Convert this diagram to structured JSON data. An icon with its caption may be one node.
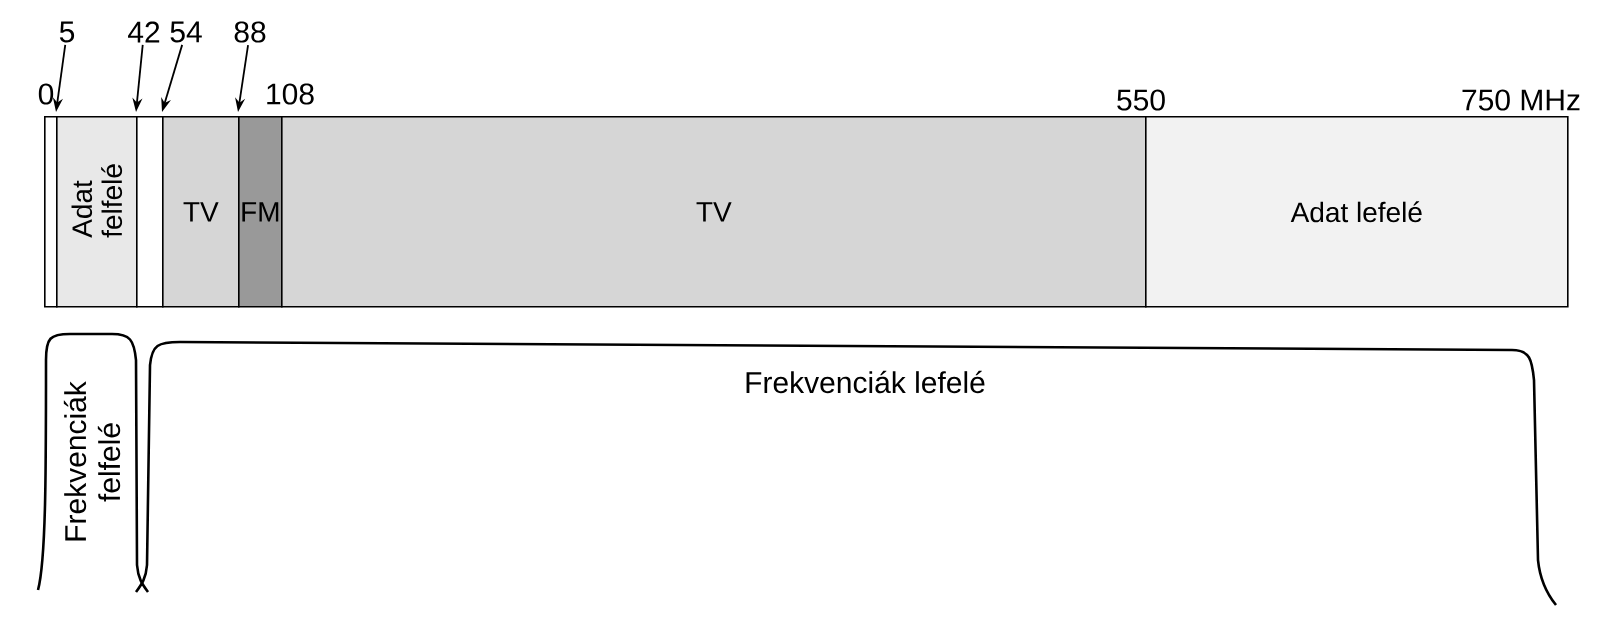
{
  "diagram": {
    "nodes": [
      {
        "text": [],
        "shape": "box"
      },
      {
        "text": [
          "Adat felfelé"
        ]
      },
      {
        "text": [],
        "shape": "box"
      },
      {
        "text": [
          "TV"
        ]
      },
      {
        "text": [
          "FM"
        ]
      },
      {
        "text": [
          "TV"
        ]
      },
      {
        "text": [
          "Adat lefelé"
        ]
      },
      {
        "text": [
          "5"
        ]
      },
      {
        "text": [
          "42"
        ]
      },
      {
        "text": [
          "54"
        ]
      },
      {
        "text": [
          "88"
        ]
      }
    ],
    "edges": [
      {
        "from": 7,
        "to": 1,
        "arrow": "to"
      },
      {
        "from": 8,
        "to": 2,
        "arrow": "to"
      },
      {
        "from": 9,
        "to": 3,
        "arrow": "to"
      },
      {
        "from": 10,
        "to": 4,
        "arrow": "to"
      }
    ],
    "labels": [
      "0",
      "108",
      "550",
      "750 MHz",
      "Frekvenciák felfelé",
      "Frekvenciák lefelé"
    ]
  }
}
